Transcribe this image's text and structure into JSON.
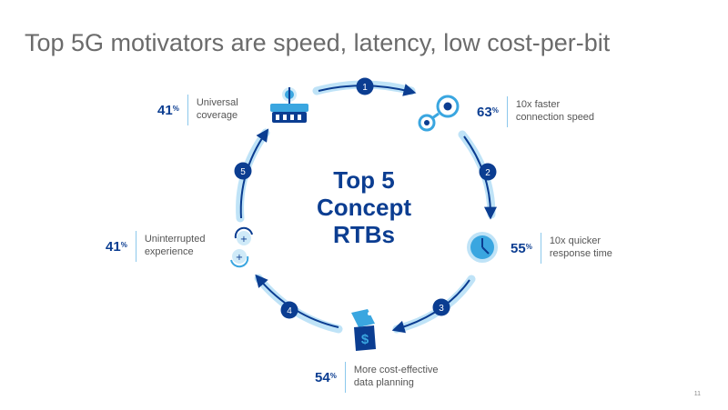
{
  "title": "Top 5G motivators are speed, latency, low cost-per-bit",
  "center": {
    "line1": "Top 5",
    "line2": "Concept",
    "line3": "RTBs"
  },
  "steps": [
    "1",
    "2",
    "3",
    "4",
    "5"
  ],
  "stats": [
    {
      "value": "63",
      "unit": "%",
      "line1": "10x faster",
      "line2": "connection speed",
      "icon": "infinity-signal-icon"
    },
    {
      "value": "55",
      "unit": "%",
      "line1": "10x quicker",
      "line2": "response time",
      "icon": "clock-icon"
    },
    {
      "value": "54",
      "unit": "%",
      "line1": "More cost-effective",
      "line2": "data planning",
      "icon": "price-tag-icon"
    },
    {
      "value": "41",
      "unit": "%",
      "line1": "Uninterrupted",
      "line2": "experience",
      "icon": "sync-arrows-icon"
    },
    {
      "value": "41",
      "unit": "%",
      "line1": "Universal",
      "line2": "coverage",
      "icon": "stadium-tower-icon"
    }
  ],
  "page_number": "11",
  "colors": {
    "dark_blue": "#0b3d91",
    "light_blue": "#bfe3f7",
    "accent_blue": "#3aa6e0",
    "title_gray": "#6b6b6b"
  }
}
